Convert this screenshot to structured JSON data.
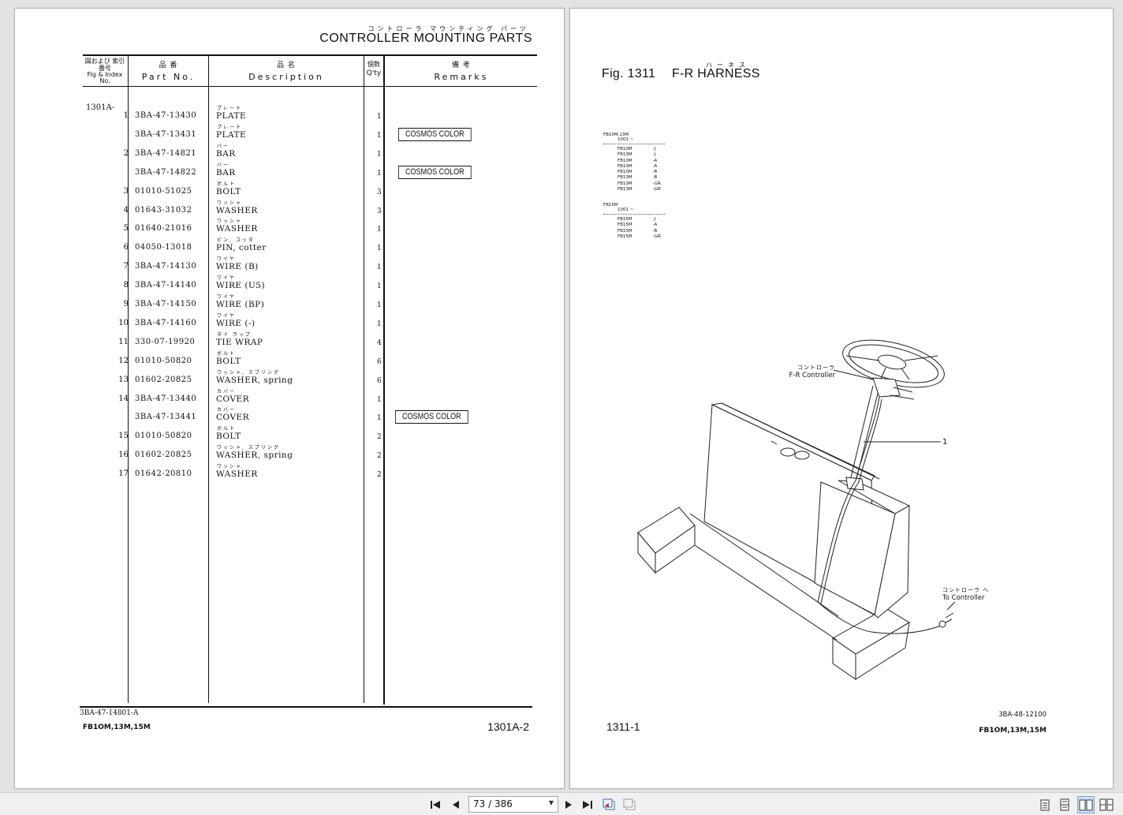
{
  "left_page": {
    "title_jp": "コントローラ マウンティング パーツ",
    "title": "CONTROLLER MOUNTING PARTS",
    "headers": {
      "fig_jp": "図および 索引番号",
      "fig_en": "Fig & Index No.",
      "part_jp": "品 番",
      "part_en": "Part No.",
      "desc_jp": "品 名",
      "desc_en": "Description",
      "qty_jp": "個数",
      "qty_en": "Q'ty",
      "remarks_jp": "備 考",
      "remarks_en": "Remarks"
    },
    "group": "1301A-",
    "rows": [
      {
        "idx": "1",
        "part": "3BA-47-13430",
        "jp": "プレート",
        "desc": "PLATE",
        "qty": "1",
        "remark": ""
      },
      {
        "idx": "",
        "part": "3BA-47-13431",
        "jp": "プレート",
        "desc": "PLATE",
        "qty": "1",
        "remark": "COSMOS COLOR"
      },
      {
        "idx": "2",
        "part": "3BA-47-14821",
        "jp": "バー",
        "desc": "BAR",
        "qty": "1",
        "remark": ""
      },
      {
        "idx": "",
        "part": "3BA-47-14822",
        "jp": "バー",
        "desc": "BAR",
        "qty": "1",
        "remark": "COSMOS COLOR"
      },
      {
        "idx": "3",
        "part": "01010-51025",
        "jp": "ボルト",
        "desc": "BOLT",
        "qty": "3",
        "remark": ""
      },
      {
        "idx": "4",
        "part": "01643-31032",
        "jp": "ワッシャ",
        "desc": "WASHER",
        "qty": "3",
        "remark": ""
      },
      {
        "idx": "5",
        "part": "01640-21016",
        "jp": "ワッシャ",
        "desc": "WASHER",
        "qty": "1",
        "remark": ""
      },
      {
        "idx": "6",
        "part": "04050-13018",
        "jp": "ピン, コッタ",
        "desc": "PIN, cotter",
        "qty": "1",
        "remark": ""
      },
      {
        "idx": "7",
        "part": "3BA-47-14130",
        "jp": "ワイヤ",
        "desc": "WIRE (B)",
        "qty": "1",
        "remark": ""
      },
      {
        "idx": "8",
        "part": "3BA-47-14140",
        "jp": "ワイヤ",
        "desc": "WIRE (U5)",
        "qty": "1",
        "remark": ""
      },
      {
        "idx": "9",
        "part": "3BA-47-14150",
        "jp": "ワイヤ",
        "desc": "WIRE (BP)",
        "qty": "1",
        "remark": ""
      },
      {
        "idx": "10",
        "part": "3BA-47-14160",
        "jp": "ワイヤ",
        "desc": "WIRE (-)",
        "qty": "1",
        "remark": ""
      },
      {
        "idx": "11",
        "part": "330-07-19920",
        "jp": "タイ ラップ",
        "desc": "TIE WRAP",
        "qty": "4",
        "remark": ""
      },
      {
        "idx": "12",
        "part": "01010-50820",
        "jp": "ボルト",
        "desc": "BOLT",
        "qty": "6",
        "remark": ""
      },
      {
        "idx": "13",
        "part": "01602-20825",
        "jp": "ワッシャ, スプリング",
        "desc": "WASHER, spring",
        "qty": "6",
        "remark": ""
      },
      {
        "idx": "14",
        "part": "3BA-47-13440",
        "jp": "カバー",
        "desc": "COVER",
        "qty": "1",
        "remark": ""
      },
      {
        "idx": "",
        "part": "3BA-47-13441",
        "jp": "カバー",
        "desc": "COVER",
        "qty": "1",
        "remark": "COSMOS COLOR"
      },
      {
        "idx": "15",
        "part": "01010-50820",
        "jp": "ボルト",
        "desc": "BOLT",
        "qty": "2",
        "remark": ""
      },
      {
        "idx": "16",
        "part": "01602-20825",
        "jp": "ワッシャ, スプリング",
        "desc": "WASHER, spring",
        "qty": "2",
        "remark": ""
      },
      {
        "idx": "17",
        "part": "01642-20810",
        "jp": "ワッシャ",
        "desc": "WASHER",
        "qty": "2",
        "remark": ""
      }
    ],
    "footer_code": "3BA-47-14801-A",
    "footer_model": "FB1OM,13M,15M",
    "page_label": "1301A-2"
  },
  "right_page": {
    "fig_number": "Fig. 1311",
    "fig_ruby": "ハーネス",
    "fig_title": "F-R HARNESS",
    "applicability": [
      {
        "head": "FB10M,13M",
        "serial": "1001 ~",
        "lines": [
          {
            "model": "FB10M",
            "suffix": "-J"
          },
          {
            "model": "FB13M",
            "suffix": "-J"
          },
          {
            "model": "FB10M",
            "suffix": "-A"
          },
          {
            "model": "FB13M",
            "suffix": "-A"
          },
          {
            "model": "FB10M",
            "suffix": "-B"
          },
          {
            "model": "FB13M",
            "suffix": "-B"
          },
          {
            "model": "FB10M",
            "suffix": "-GR"
          },
          {
            "model": "FB13M",
            "suffix": "-GR"
          }
        ]
      },
      {
        "head": "FB15M",
        "serial": "1001 ~",
        "lines": [
          {
            "model": "FB15M",
            "suffix": "-J"
          },
          {
            "model": "FB15M",
            "suffix": "-A"
          },
          {
            "model": "FB15M",
            "suffix": "-B"
          },
          {
            "model": "FB15M",
            "suffix": "-GR"
          }
        ]
      }
    ],
    "callout_controller_jp": "コントローラ",
    "callout_controller": "F-R Controller",
    "callout_part": "1",
    "callout_to_jp": "コントローラ へ",
    "callout_to": "To Controller",
    "footer_code": "3BA-48-12100",
    "footer_model": "FB1OM,13M,15M",
    "page_label": "1311-1"
  },
  "toolbar": {
    "page_indicator": "73 / 386",
    "icons": [
      "first-page-icon",
      "previous-page-icon",
      "next-page-icon",
      "last-page-icon",
      "back-view-icon",
      "forward-view-icon",
      "single-page-icon",
      "continuous-page-icon",
      "facing-pages-icon",
      "continuous-facing-icon"
    ]
  },
  "colors": {
    "ink": "#111111",
    "viewer_bg": "#e3e3e3",
    "toolbar_bg": "#f0f0f0",
    "active_view": "#cfe0f4"
  }
}
